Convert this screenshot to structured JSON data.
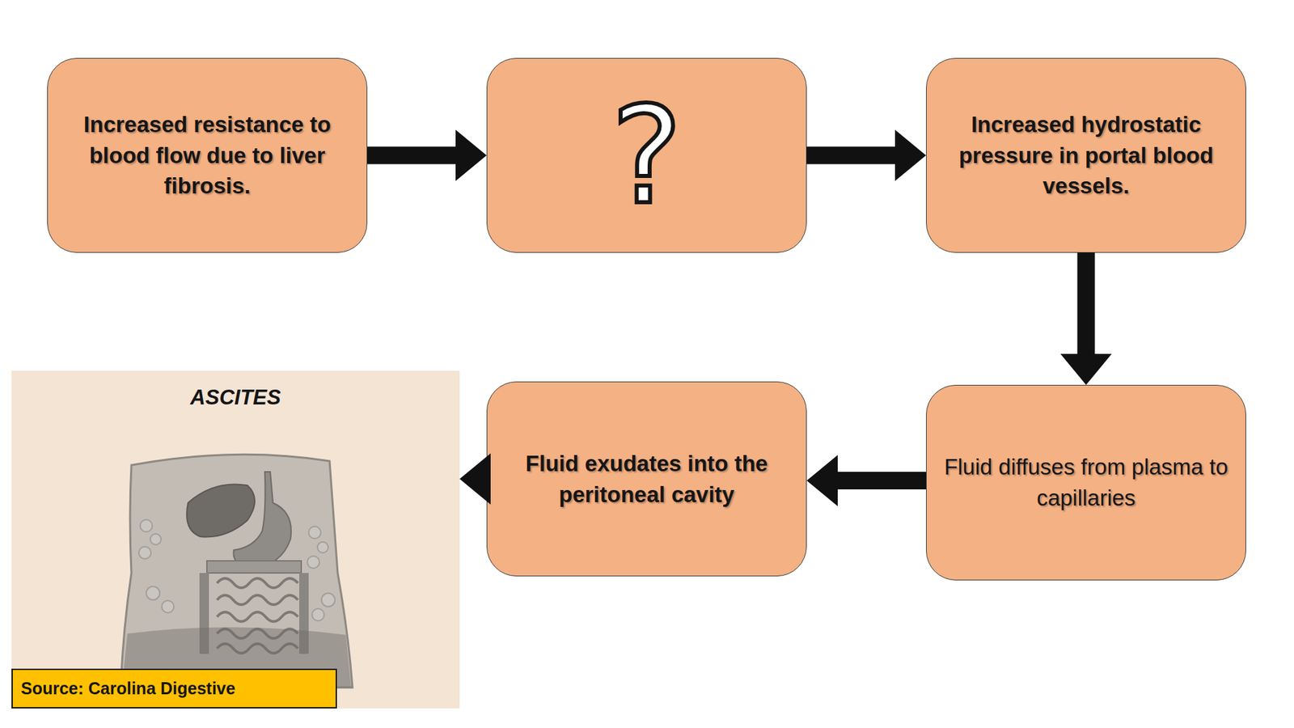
{
  "diagram": {
    "nodes": [
      {
        "text": [
          "Increased resistance to blood flow due to liver fibrosis."
        ]
      },
      {
        "text": [
          "?"
        ]
      },
      {
        "text": [
          "Increased hydrostatic pressure in portal blood vessels."
        ]
      },
      {
        "text": [
          "Fluid diffuses from plasma to capillaries"
        ]
      },
      {
        "text": [
          "Fluid exudates into the peritoneal cavity"
        ]
      },
      {
        "text": [
          "ASCITES"
        ]
      },
      {
        "text": [
          "Source: Carolina Digestive"
        ],
        "in": 5
      }
    ],
    "edges": [
      {
        "from": 0,
        "to": 1,
        "arrow": "to"
      },
      {
        "from": 1,
        "to": 2,
        "arrow": "to"
      },
      {
        "from": 2,
        "to": 3,
        "arrow": "to"
      },
      {
        "from": 3,
        "to": 4,
        "arrow": "to"
      },
      {
        "from": 4,
        "to": 5,
        "arrow": "to"
      }
    ]
  }
}
